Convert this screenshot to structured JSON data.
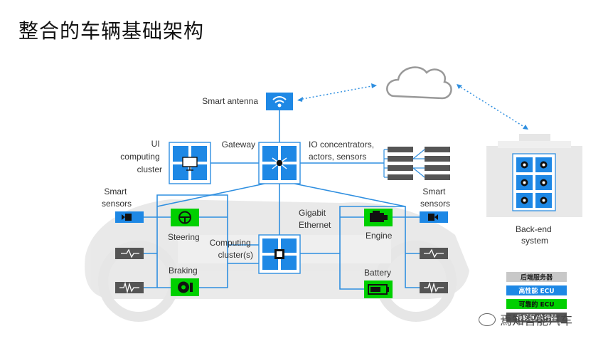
{
  "title": "整合的车辆基础架构",
  "nodes": {
    "antenna": "Smart antenna",
    "gateway": "Gateway",
    "ui_cluster": [
      "UI",
      "computing",
      "cluster"
    ],
    "io": [
      "IO concentrators,",
      "actors, sensors"
    ],
    "smart_sensors_left": [
      "Smart",
      "sensors"
    ],
    "smart_sensors_right": [
      "Smart",
      "sensors"
    ],
    "steering": "Steering",
    "braking": "Braking",
    "computing": [
      "Computing",
      "cluster(s)"
    ],
    "ethernet": [
      "Gigabit",
      "Ethernet"
    ],
    "engine": "Engine",
    "battery": "Battery",
    "backend": [
      "Back-end",
      "system"
    ]
  },
  "legend": [
    {
      "label": "后端服务器",
      "color": "#c8c8c8",
      "text_color": "#222222"
    },
    {
      "label": "高性能 ECU",
      "color": "#1e88e5",
      "text_color": "#ffffff"
    },
    {
      "label": "可靠的 ECU",
      "color": "#00d000",
      "text_color": "#111111"
    },
    {
      "label": "传感器/执行器",
      "color": "#555555",
      "text_color": "#ffffff"
    }
  ],
  "watermark": "焉知智能汽车",
  "colors": {
    "blue": "#1e88e5",
    "line": "#2f8fe0",
    "green": "#00d000",
    "dark": "#555555",
    "server": "#d9d9d9"
  }
}
